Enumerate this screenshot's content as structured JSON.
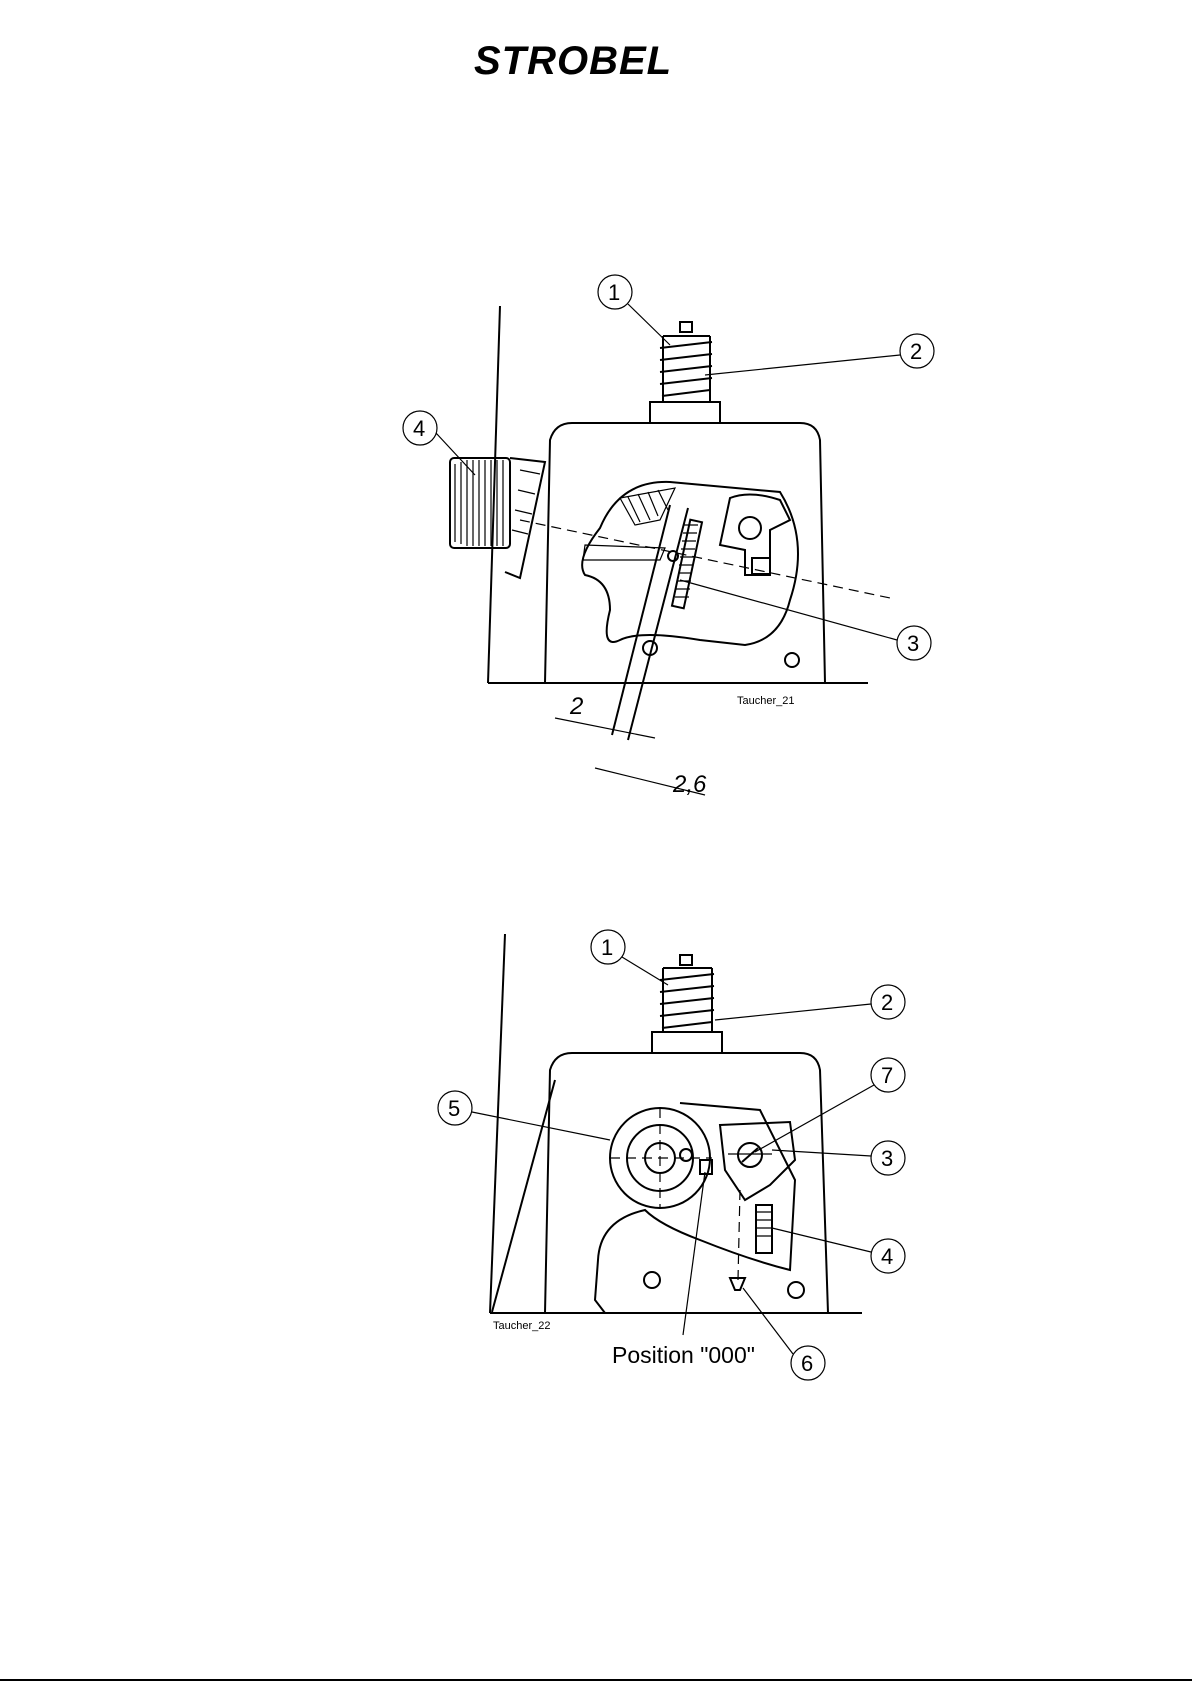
{
  "logo": {
    "text": "STROBEL"
  },
  "figure1": {
    "image_label": "Taucher_21",
    "callouts": [
      "1",
      "2",
      "3",
      "4"
    ],
    "dimensions": [
      "2",
      "2,6"
    ]
  },
  "figure2": {
    "image_label": "Taucher_22",
    "position_label": "Position \"000\"",
    "callouts": [
      "1",
      "2",
      "3",
      "4",
      "5",
      "6",
      "7"
    ]
  }
}
